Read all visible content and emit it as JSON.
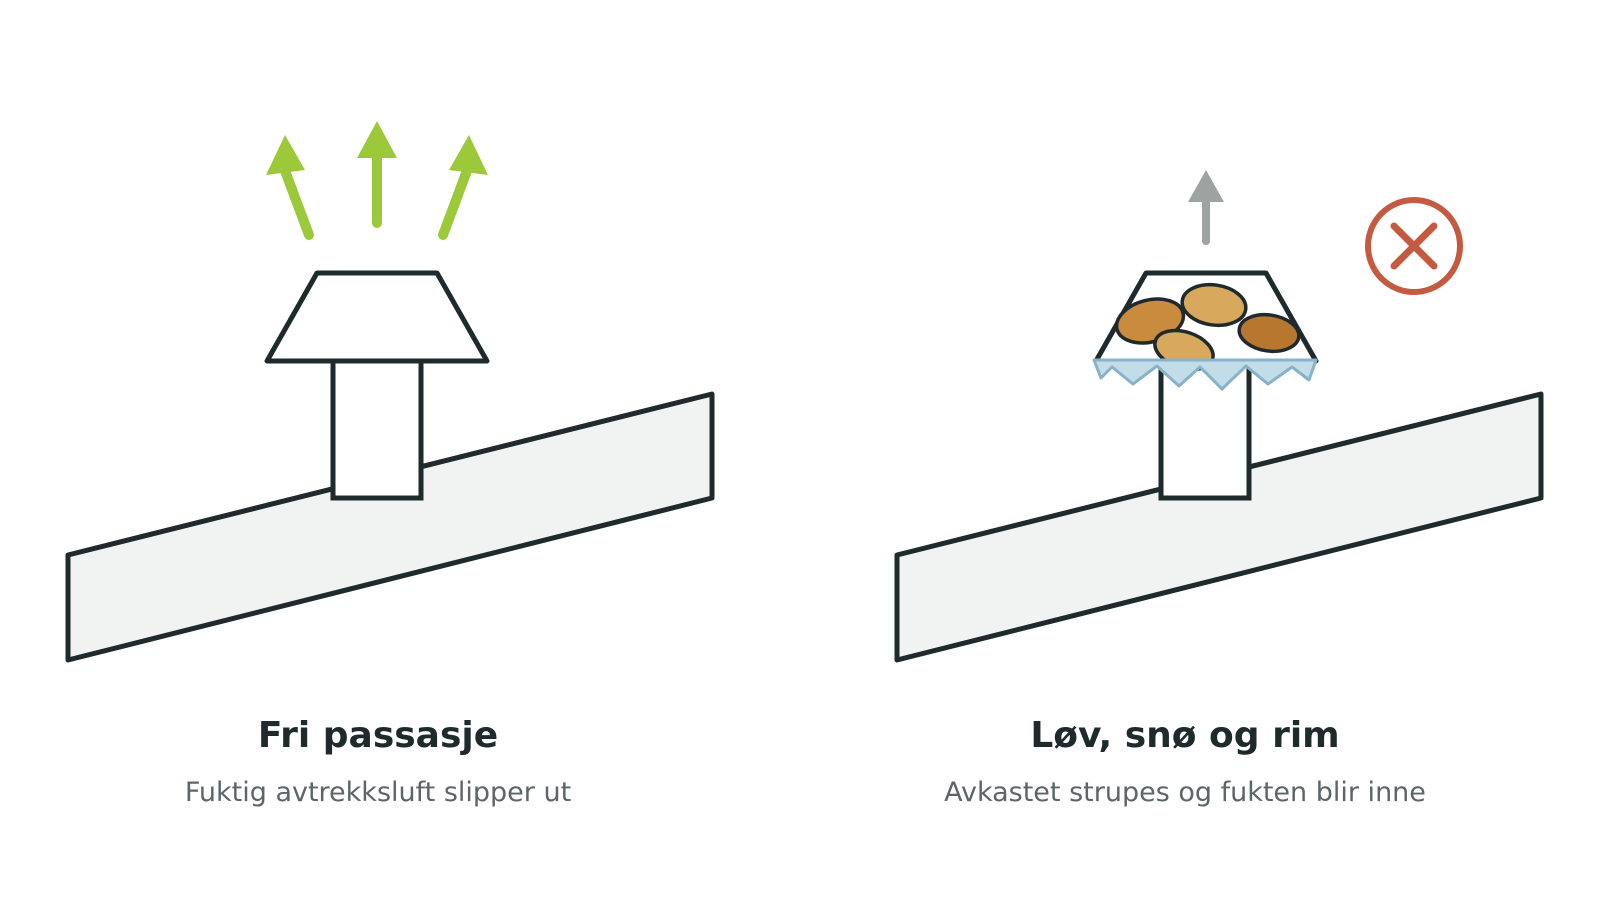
{
  "panels": [
    {
      "title": "Fri passasje",
      "subtitle": "Fuktig avtrekksluft slipper ut"
    },
    {
      "title": "Løv, snø og rim",
      "subtitle": "Avkastet strupes og fukten blir inne"
    }
  ],
  "colors": {
    "outline": "#1f2a2c",
    "roof_fill": "#f1f3f2",
    "airflow_free": "#9bc93a",
    "airflow_blocked": "#9ca3a0",
    "leaf_light": "#d8a85c",
    "leaf_mid": "#c98b3d",
    "leaf_dark": "#b7772f",
    "frost_fill": "#c2dde8",
    "frost_stroke": "#86b3cb",
    "blocked_mark": "#c45a40"
  },
  "icons": {
    "free_flow": "arrow-up-icon",
    "blocked_flow": "arrow-up-icon",
    "blocked_status": "x-circle-icon"
  }
}
